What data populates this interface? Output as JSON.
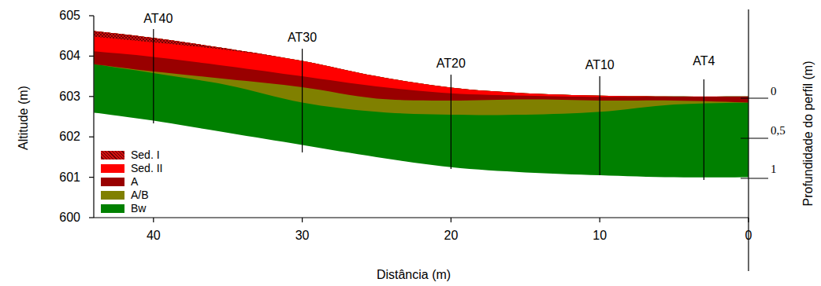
{
  "diagram": {
    "labels": [
      "605",
      "604",
      "603",
      "602",
      "601",
      "600",
      "40",
      "30",
      "20",
      "10",
      "0",
      "Distância (m)",
      "Altitude (m)",
      "AT40",
      "AT30",
      "AT20",
      "AT10",
      "AT4",
      "0",
      "0,5",
      "1",
      "Profundidade do perfil (m)"
    ],
    "legend": [
      {
        "text": "Sed. I"
      },
      {
        "text": "Sed. II",
        "color": "#ff0000"
      },
      {
        "text": "A",
        "color": "#990000"
      },
      {
        "text": "A/B",
        "color": "#808000"
      },
      {
        "text": "Bw",
        "color": "#008000"
      }
    ]
  }
}
